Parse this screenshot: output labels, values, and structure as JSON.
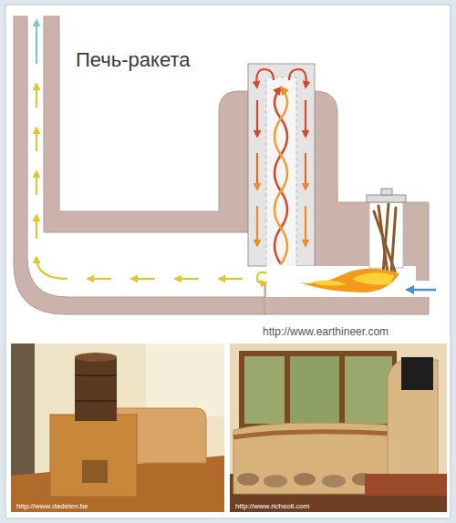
{
  "diagram": {
    "title": "Печь-ракета",
    "labels": [
      "http://www.earthineer.com",
      "http://www.dadelen.be",
      "http://www.richsoil.com"
    ]
  }
}
